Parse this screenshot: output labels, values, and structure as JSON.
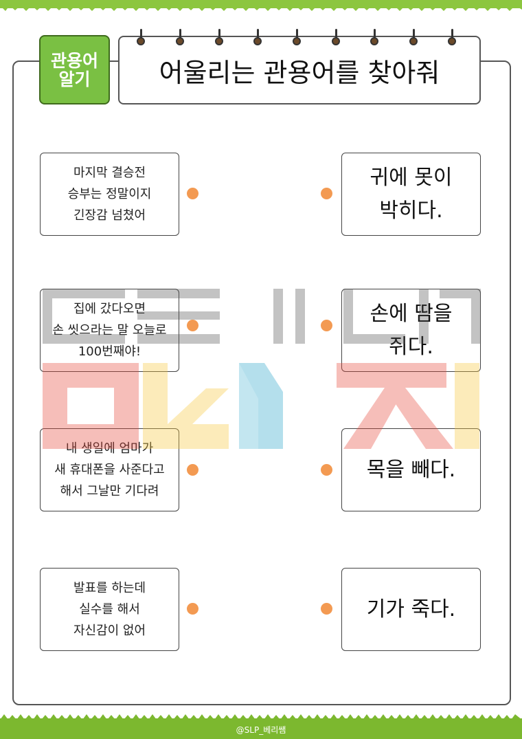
{
  "header": {
    "badge_line1": "관용어",
    "badge_line2": "알기",
    "title": "어울리는 관용어를 찾아줘"
  },
  "left_cards": [
    {
      "lines": [
        "마지막 결승전",
        "승부는 정말이지",
        "긴장감 넘쳤어"
      ]
    },
    {
      "lines": [
        "집에 갔다오면",
        "손 씻으라는 말 오늘로",
        "100번째야!"
      ]
    },
    {
      "lines": [
        "내 생일에 엄마가",
        "새 휴대폰을 사준다고",
        "해서 그날만 기다려"
      ]
    },
    {
      "lines": [
        "발표를 하는데",
        "실수를 해서",
        "자신감이 없어"
      ]
    }
  ],
  "right_cards": [
    {
      "lines": [
        "귀에 못이",
        "박히다."
      ]
    },
    {
      "lines": [
        "손에 땀을",
        "쥐다."
      ]
    },
    {
      "lines": [
        "목을 빼다."
      ]
    },
    {
      "lines": [
        "기가 죽다."
      ]
    }
  ],
  "footer": {
    "credit": "@SLP_베리쌤"
  },
  "colors": {
    "badge_green": "#7ac043",
    "grass_green": "#8cc63f",
    "dot_orange": "#f39a52",
    "frame_border": "#555555"
  }
}
